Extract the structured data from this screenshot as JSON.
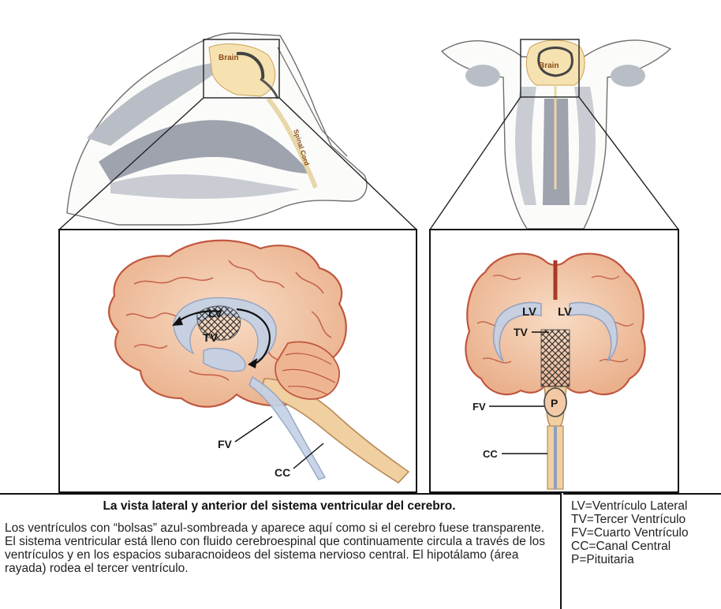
{
  "diagram": {
    "lateral_view": {
      "top_brain_label": "Brain",
      "spinal_label": "Spinal Cord",
      "labels": {
        "lv": "LV",
        "tv": "TV",
        "fv": "FV",
        "cc": "CC"
      }
    },
    "anterior_view": {
      "top_brain_label": "Brain",
      "labels": {
        "lv_left": "LV",
        "lv_right": "LV",
        "tv": "TV",
        "fv": "FV",
        "p": "P",
        "cc": "CC"
      }
    }
  },
  "caption": {
    "title": "La vista lateral y anterior del sistema ventricular del cerebro.",
    "body": "Los ventrículos con “bolsas” azul-sombreada y aparece aquí como si el cerebro fuese transparente. El sistema ventricular está lleno con fluido cerebroespinal que continuamente circula a través de los ventrículos y en los espacios subaracnoideos del sistema nervioso central. El hipotálamo (área rayada) rodea el tercer ventrículo."
  },
  "legend": {
    "items": [
      "LV=Ventrículo Lateral",
      "TV=Tercer Ventrículo",
      "FV=Cuarto Ventrículo",
      "CC=Canal Central",
      "P=Pituitaria"
    ]
  },
  "colors": {
    "brain_fill": "#f3c9a6",
    "brain_outline": "#c0563e",
    "ventricle": "#b8c6dc",
    "skull_gray": "#9ea3ad",
    "box_outline": "#111111"
  }
}
